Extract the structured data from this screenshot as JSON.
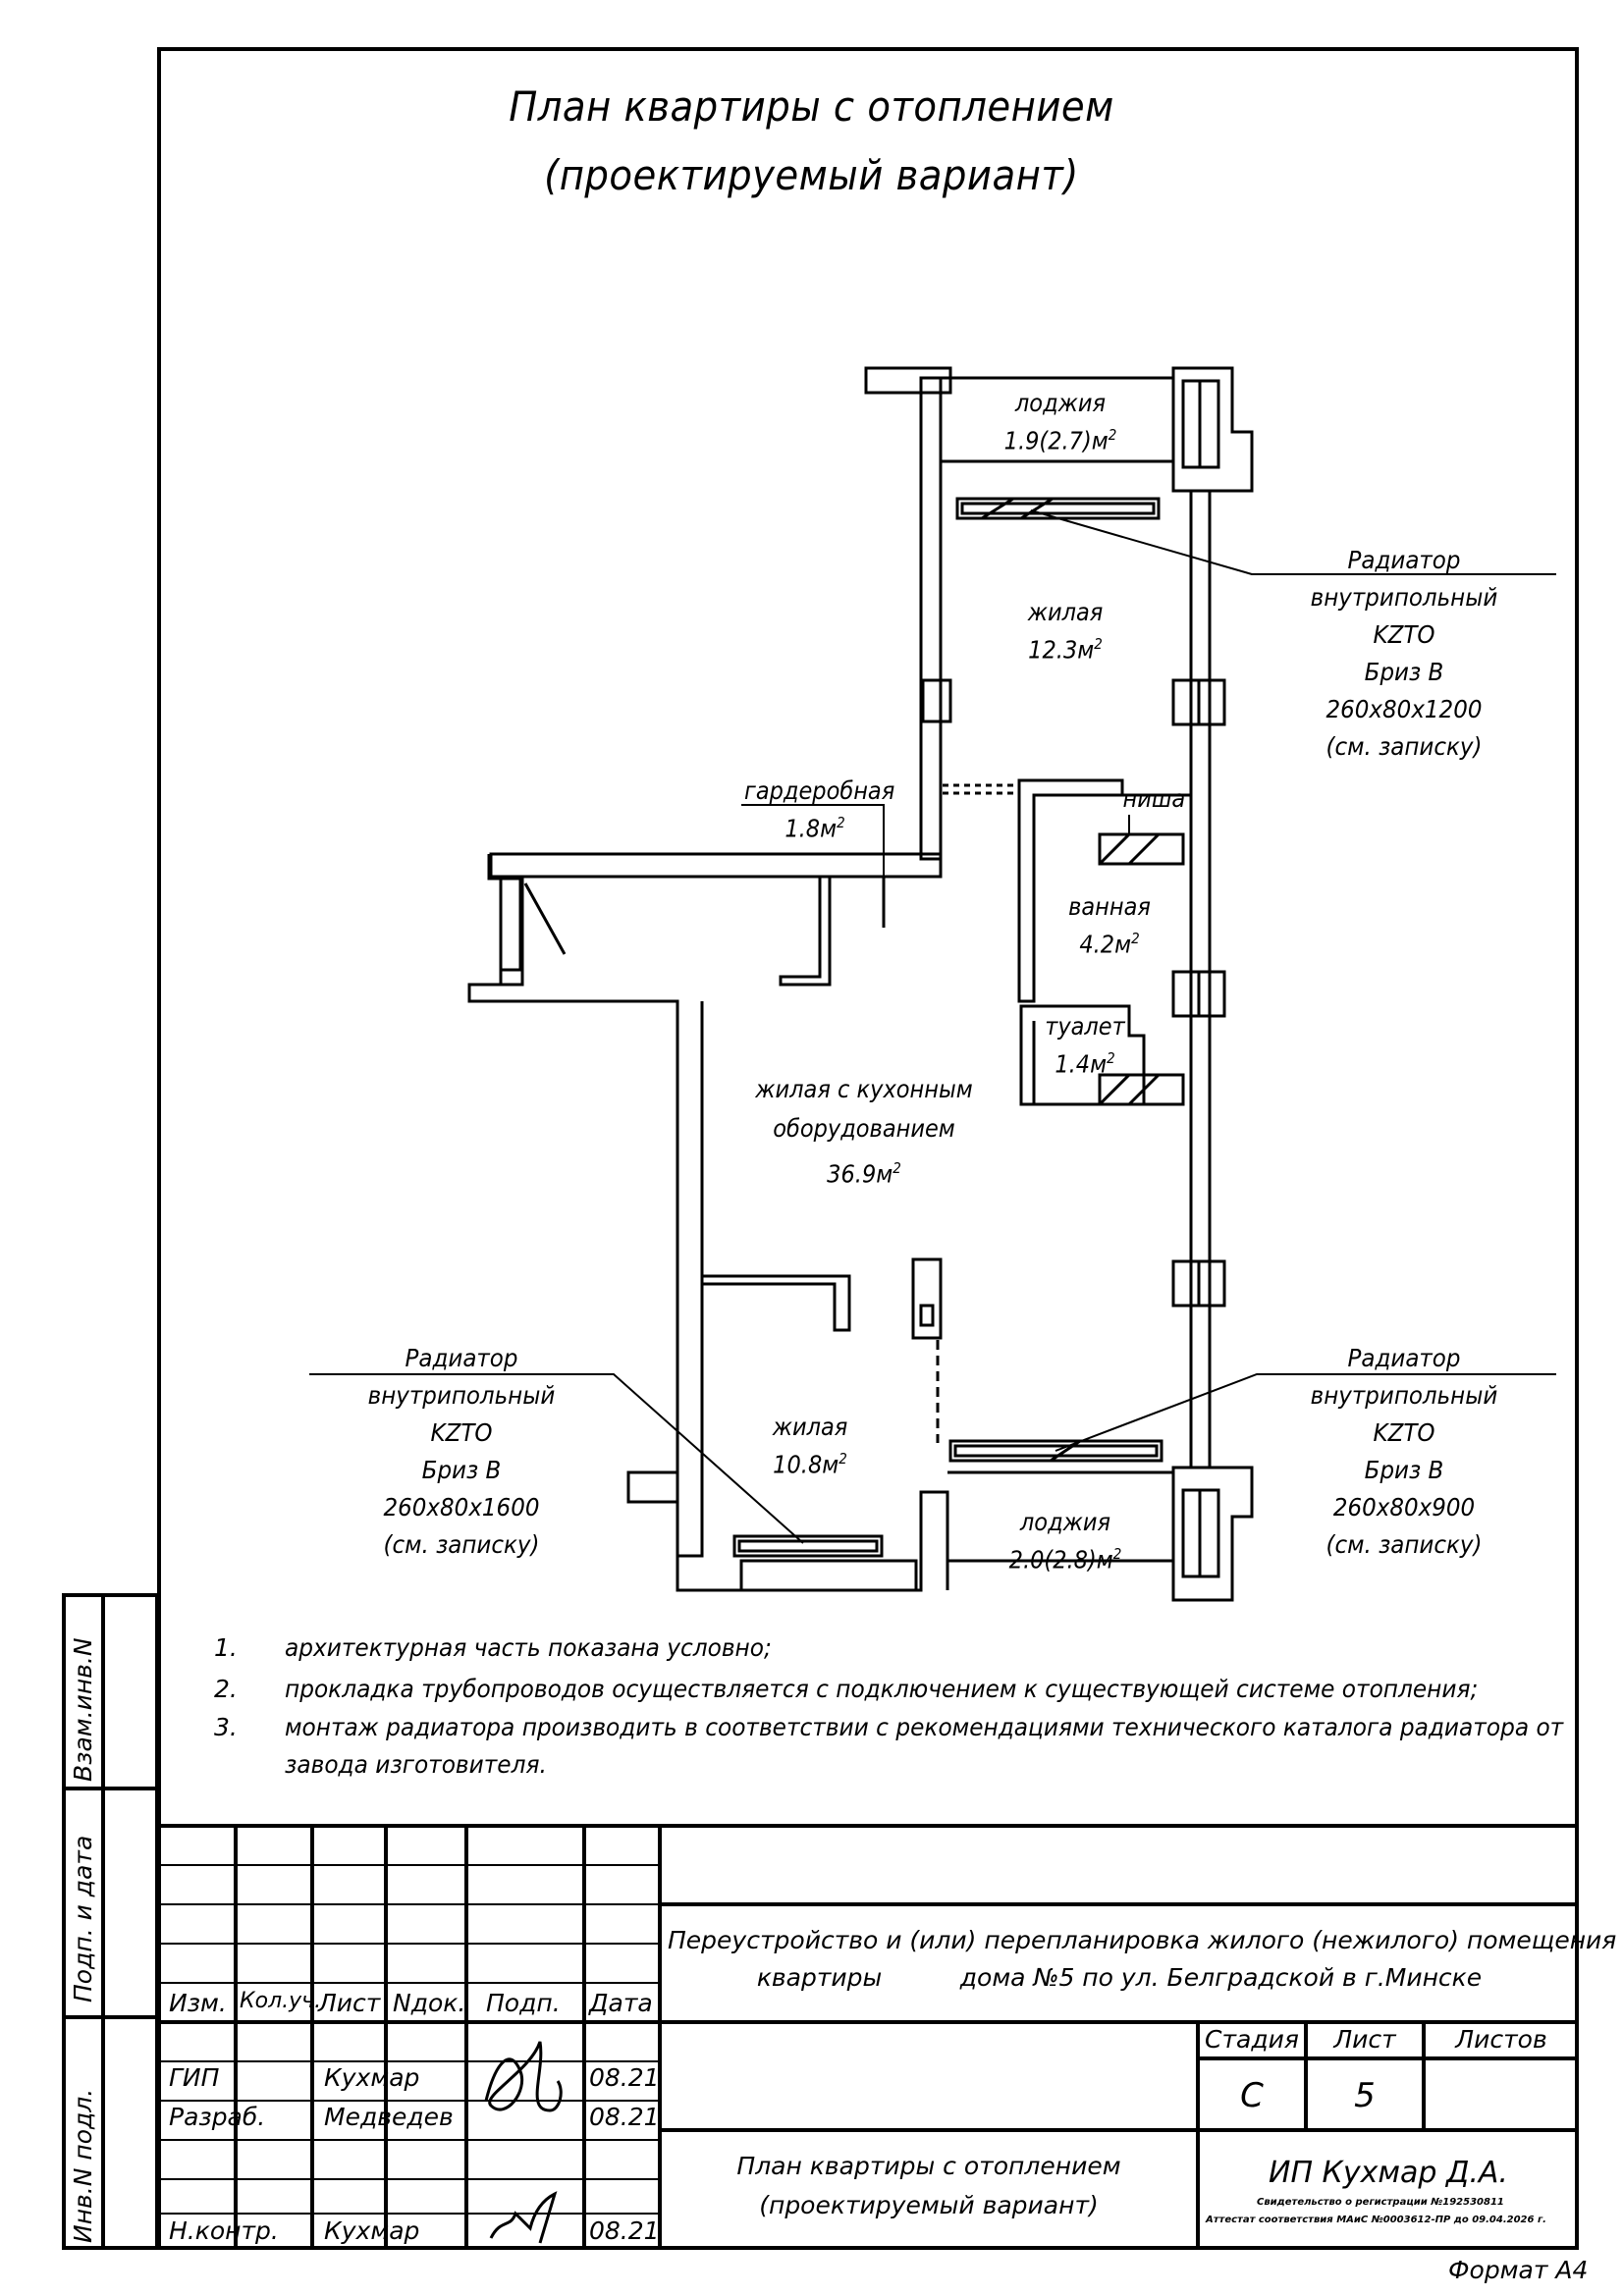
{
  "title": {
    "line1": "План квартиры с отоплением",
    "line2": "(проектируемый вариант)"
  },
  "rooms": {
    "loggia_top_name": "лоджия",
    "loggia_top_area": "1.9(2.7)м",
    "living_top_name": "жилая",
    "living_top_area": "12.3м",
    "wardrobe_name": "гардеробная",
    "wardrobe_area": "1.8м",
    "niche_name": "ниша",
    "bath_name": "ванная",
    "bath_area": "4.2м",
    "toilet_name": "туалет",
    "toilet_area": "1.4м",
    "kitchen_line1": "жилая с кухонным",
    "kitchen_line2": "оборудованием",
    "kitchen_area": "36.9м",
    "living_bottom_name": "жилая",
    "living_bottom_area": "10.8м",
    "loggia_bottom_name": "лоджия",
    "loggia_bottom_area": "2.0(2.8)м",
    "sq_exp": "2"
  },
  "radiators": [
    {
      "line1": "Радиатор внутрипольный",
      "line2": "KZTO",
      "line3": "Бриз В",
      "line4": "260x80x1200",
      "line5": "(см. записку)"
    },
    {
      "line1": "Радиатор внутрипольный",
      "line2": "KZTO",
      "line3": "Бриз В",
      "line4": "260x80x1600",
      "line5": "(см. записку)"
    },
    {
      "line1": "Радиатор внутрипольный",
      "line2": "KZTO",
      "line3": "Бриз В",
      "line4": "260x80x900",
      "line5": "(см. записку)"
    }
  ],
  "notes": [
    {
      "num": "1.",
      "text": "архитектурная часть показана условно;"
    },
    {
      "num": "2.",
      "text": "прокладка трубопроводов осуществляется с подключением к существующей системе отопления;"
    },
    {
      "num": "3.",
      "text": "монтаж радиатора производить в соответствии с рекомендациями технического каталога радиатора от"
    },
    {
      "num": "",
      "text": "завода изготовителя."
    }
  ],
  "side_labels": {
    "vzam": "Взам.инв.N",
    "podp": "Подп. и дата",
    "inv": "Инв.N подл."
  },
  "title_block": {
    "headers": {
      "izm": "Изм.",
      "kol": "Кол.уч.",
      "list": "Лист",
      "ndok": "Nдок.",
      "podp": "Подп.",
      "data": "Дата"
    },
    "project_line1": "Переустройство и (или) перепланировка жилого (нежилого) помещения",
    "project_line2": "квартиры          дома №5 по ул. Белградской в г.Минске",
    "stage_label": "Стадия",
    "sheet_label": "Лист",
    "sheets_label": "Листов",
    "stage_value": "С",
    "sheet_value": "5",
    "sheets_value": "",
    "sheet_title_line1": "План квартиры с отоплением",
    "sheet_title_line2": "(проектируемый вариант)",
    "company": "ИП Кухмар Д.А.",
    "company_line2": "Свидетельство о регистрации №192530811",
    "company_line3": "Аттестат соответствия МАиС №0003612-ПР до  09.04.2026 г.",
    "rows": [
      {
        "role": "ГИП",
        "name": "Кухмар",
        "date": "08.21"
      },
      {
        "role": "Разраб.",
        "name": "Медведев",
        "date": "08.21"
      },
      {
        "role": "Н.контр.",
        "name": "Кухмар",
        "date": "08.21"
      }
    ]
  },
  "format": "Формат А4"
}
